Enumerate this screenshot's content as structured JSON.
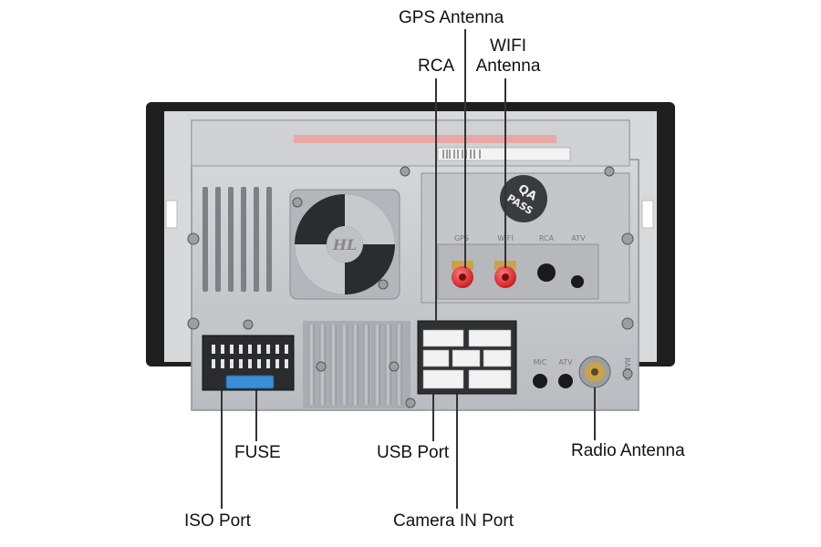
{
  "callouts": {
    "gps": "GPS Antenna",
    "wifi_line1": "WIFI",
    "wifi_line2": "Antenna",
    "rca": "RCA",
    "fuse": "FUSE",
    "iso": "ISO Port",
    "usb": "USB Port",
    "camera": "Camera IN Port",
    "radio": "Radio Antenna"
  },
  "unit_markings": {
    "gps": "GPS",
    "wifi": "WIFI",
    "rca": "RCA",
    "atv": "ATV",
    "mic": "MIC",
    "atv2": "ATV",
    "radio": "RADIO",
    "logo": "HL",
    "qa_sticker_1": "QA",
    "qa_sticker_2": "PASS"
  },
  "colors": {
    "casing": "#c9cbce",
    "bezel": "#1e1e1e",
    "antenna_connector": "#e0262a",
    "fuse": "#3a8fd6"
  }
}
